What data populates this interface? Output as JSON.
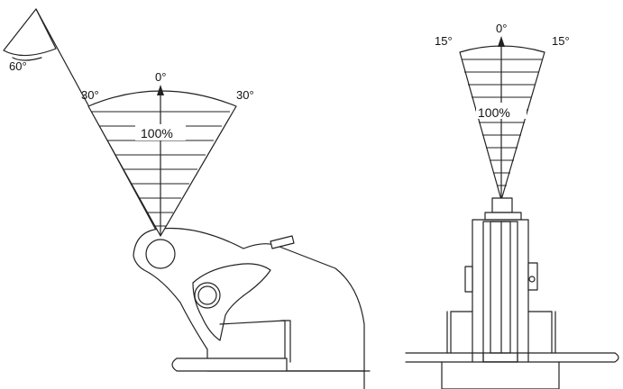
{
  "left_view": {
    "max_angle_label": "60°",
    "center_label": "0°",
    "left_label": "30°",
    "right_label": "30°",
    "capacity_label": "100%"
  },
  "right_view": {
    "center_label": "0°",
    "left_label": "15°",
    "right_label": "15°",
    "capacity_label": "100%"
  }
}
